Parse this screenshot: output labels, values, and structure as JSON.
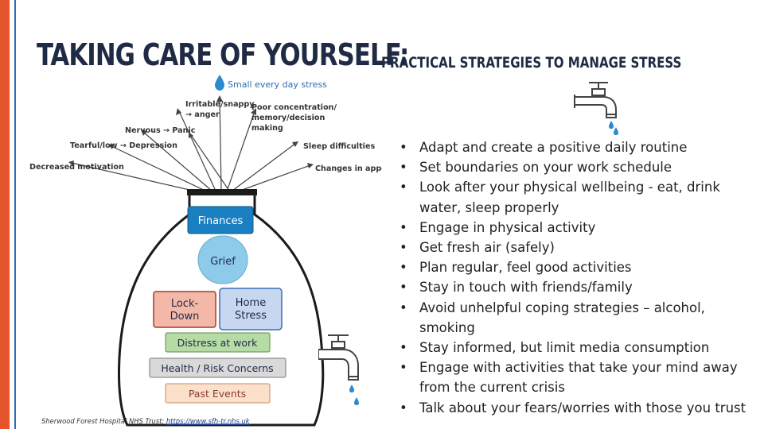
{
  "title": "TAKING CARE OF YOURSELF:",
  "subtitle": "PRACTICAL STRATEGIES TO MANAGE STRESS",
  "diagram": {
    "top_label": "Small every day stress",
    "arrows": {
      "irritable": "Irritable/snappy",
      "anger": "→ anger",
      "poor_conc_1": "Poor concentration/",
      "poor_conc_2": "memory/decision",
      "poor_conc_3": "making",
      "nervous": "Nervous → Panic",
      "tearful": "Tearful/low → Depression",
      "sleep": "Sleep difficulties",
      "motivation": "Decreased motivation",
      "appetite": "Changes in appetite"
    },
    "boxes": {
      "finances": "Finances",
      "grief": "Grief",
      "lockdown_1": "Lock-",
      "lockdown_2": "Down",
      "home_1": "Home",
      "home_2": "Stress",
      "distress": "Distress at work",
      "health": "Health / Risk Concerns",
      "past": "Past Events"
    },
    "colors": {
      "finances": "#1a7fc0",
      "grief": "#8ecbeb",
      "lockdown": "#f4b8a8",
      "home": "#c8d7f0",
      "distress": "#b6dca6",
      "health": "#d9d9d9",
      "past": "#fbe1cc"
    }
  },
  "strategies": [
    "Adapt and create a positive daily routine",
    "Set boundaries on your work schedule",
    "Look after your physical wellbeing - eat, drink water, sleep properly",
    "Engage in physical activity",
    "Get fresh air (safely)",
    "Plan regular, feel good activities",
    "Stay in touch with friends/family",
    "Avoid unhelpful coping strategies – alcohol, smoking",
    "Stay informed, but limit media consumption",
    "Engage with activities that take your mind away from the current crisis",
    "Talk about your fears/worries with those you trust"
  ],
  "footer": {
    "text": "Sherwood Forest Hospital NHS Trust: ",
    "link": "https://www.sfh-tr.nhs.uk"
  },
  "icons": {
    "tap": "tap-icon",
    "drop": "water-drop-icon"
  }
}
